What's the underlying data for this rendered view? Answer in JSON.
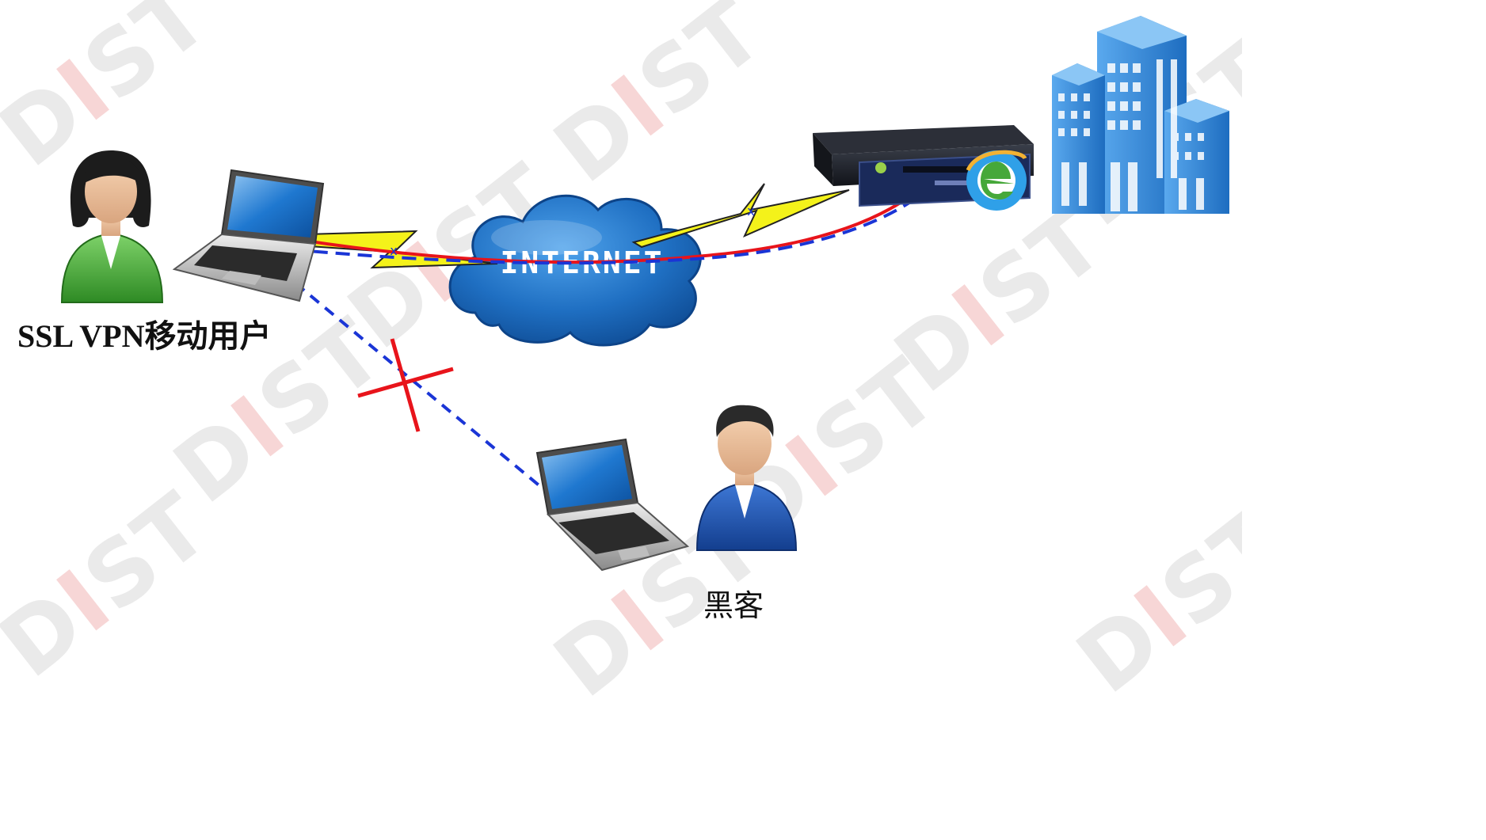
{
  "labels": {
    "mobile_user": "SSL VPN移动用户",
    "hacker": "黑客",
    "cloud": "INTERNET"
  },
  "watermark": {
    "part1": "D",
    "part2": "I",
    "part3": "ST"
  },
  "colors": {
    "ssl_tunnel": "#e8141b",
    "data_path": "#1a35d6",
    "blocked_mark": "#e8141b",
    "lightning_fill": "#f4f21a",
    "cloud_blue": "#1f6fc2",
    "building_blue": "#2f86d6",
    "user_shirt": "#49a83b",
    "hacker_shirt": "#1b4fa8"
  },
  "icons": {
    "mobile_user": "female-user-icon",
    "mobile_laptop": "laptop-icon",
    "hacker": "male-user-icon",
    "hacker_laptop": "laptop-icon",
    "cloud": "internet-cloud-icon",
    "vpn_gateway": "vpn-gateway-server-icon",
    "browser": "browser-e-icon",
    "enterprise": "office-building-icon"
  }
}
